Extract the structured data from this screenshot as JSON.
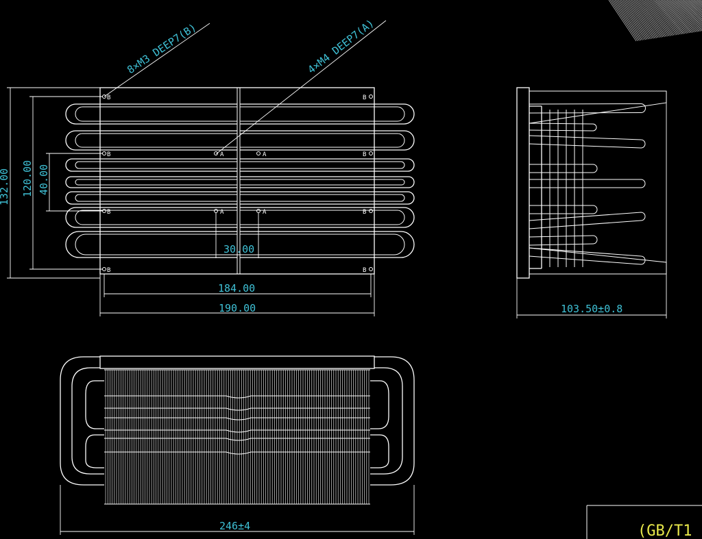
{
  "drawing": {
    "callout_b": "8×M3 DEEP7(B)",
    "callout_a": "4×M4 DEEP7(A)",
    "hole_b": "B",
    "hole_a": "A",
    "dim_132": "132.00",
    "dim_120": "120.00",
    "dim_40": "40.00",
    "dim_30": "30.00",
    "dim_184": "184.00",
    "dim_190": "190.00",
    "dim_103": "103.50±0.8",
    "dim_246": "246±4",
    "title_block_text": "(GB/T1"
  },
  "colors": {
    "background": "#000000",
    "geometry": "#ffffff",
    "dimension_text": "#3fc1d6"
  }
}
